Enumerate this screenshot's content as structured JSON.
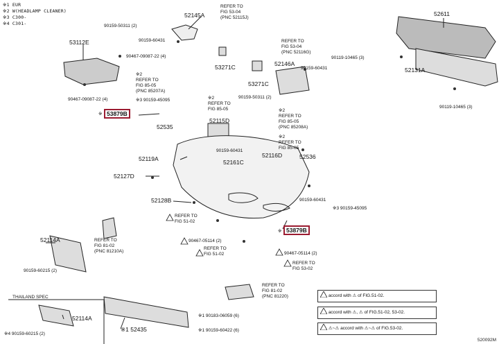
{
  "legend": {
    "n1": "※1 EUR",
    "n2": "※2 W(HEADLAMP CLEANER)",
    "n3": "※3 C300-",
    "n4": "※4 C301-"
  },
  "labels": {
    "p52145A": "52145A",
    "p90159_50311": "90159-50311 (2)",
    "refer_53_04a": "REFER TO\nFIG 53-04\n(PNC 52115J)",
    "p52611": "52611",
    "p90159_60431a": "90159-60431",
    "p53112E": "53112E",
    "p90467_09087_22_4": "90467-09087-22 (4)",
    "p53271C_a": "53271C",
    "refer_53_04b": "REFER TO\nFIG 53-04\n(PNC 52116G)",
    "p90119_10465_3": "90119-10465 (3)",
    "p52146A": "52146A",
    "p90159_60431b": "90159-60431",
    "p52131A": "52131A",
    "p53271C_b": "53271C",
    "p90467_09087_22_4b": "90467-09087-22 (4)",
    "refer_85_05a": "※2\nREFER TO\nFIG 85-05\n(PNC 85207A)",
    "p90159_50311b": "90159-50311 (2)",
    "p90119_10465_3b": "90119-10465 (3)",
    "p90159_45095a": "※3 90159-45095",
    "refer_85_05b": "※2\nREFER TO\nFIG 85-05",
    "p53879B_a": "53879B",
    "refer_85_05c": "※2\nREFER TO\nFIG 85-05\n(PNC 85208A)",
    "p52535": "52535",
    "p52115D": "52115D",
    "refer_85_05d": "※2\nREFER TO\nFIG 85-05",
    "p90159_60431c": "90159-60431",
    "p52119A": "52119A",
    "p52161C": "52161C",
    "p52116D": "52116D",
    "p52536": "52536",
    "p52127D": "52127D",
    "p52128B": "52128B",
    "p90159_60431d": "90159-60431",
    "p90159_45095b": "※3 90159-45095",
    "refer_51_02a": "REFER TO\nFIG 51-02",
    "p53879B_b": "53879B",
    "p52114A_a": "52114A",
    "refer_81_02a": "REFER TO\nFIG 81-02\n(PNC 81210A)",
    "p90467_05114_2a": "90467-05114 (2)",
    "refer_51_02b": "REFER TO\nFIG 51-02",
    "p90467_05114_2b": "90467-05114 (2)",
    "refer_53_02": "REFER TO\nFIG 53-02",
    "p90159_60215_2": "90159-60215 (2)",
    "refer_81_02b": "REFER TO\nFIG 81-02\n(PNC 81220)",
    "thailand": "THAILAND SPEC",
    "p52114A_b": "52114A",
    "p90183_06059": "※1 90183-06059 (6)",
    "p90159_60215_2b": "※4 90159-60215 (2)",
    "p52435": "※1 52435",
    "p90159_60422": "※1 90159-60422 (6)"
  },
  "notes": {
    "row1": "accord with ⚠ of FIG.51-02.",
    "row2": "accord with ⚠, ⚠ of FIG.51-02, 53-02.",
    "row3": "⚠~⚠ accord with ⚠~⚠ of FIG.53-02."
  },
  "figure_id": "520092M"
}
